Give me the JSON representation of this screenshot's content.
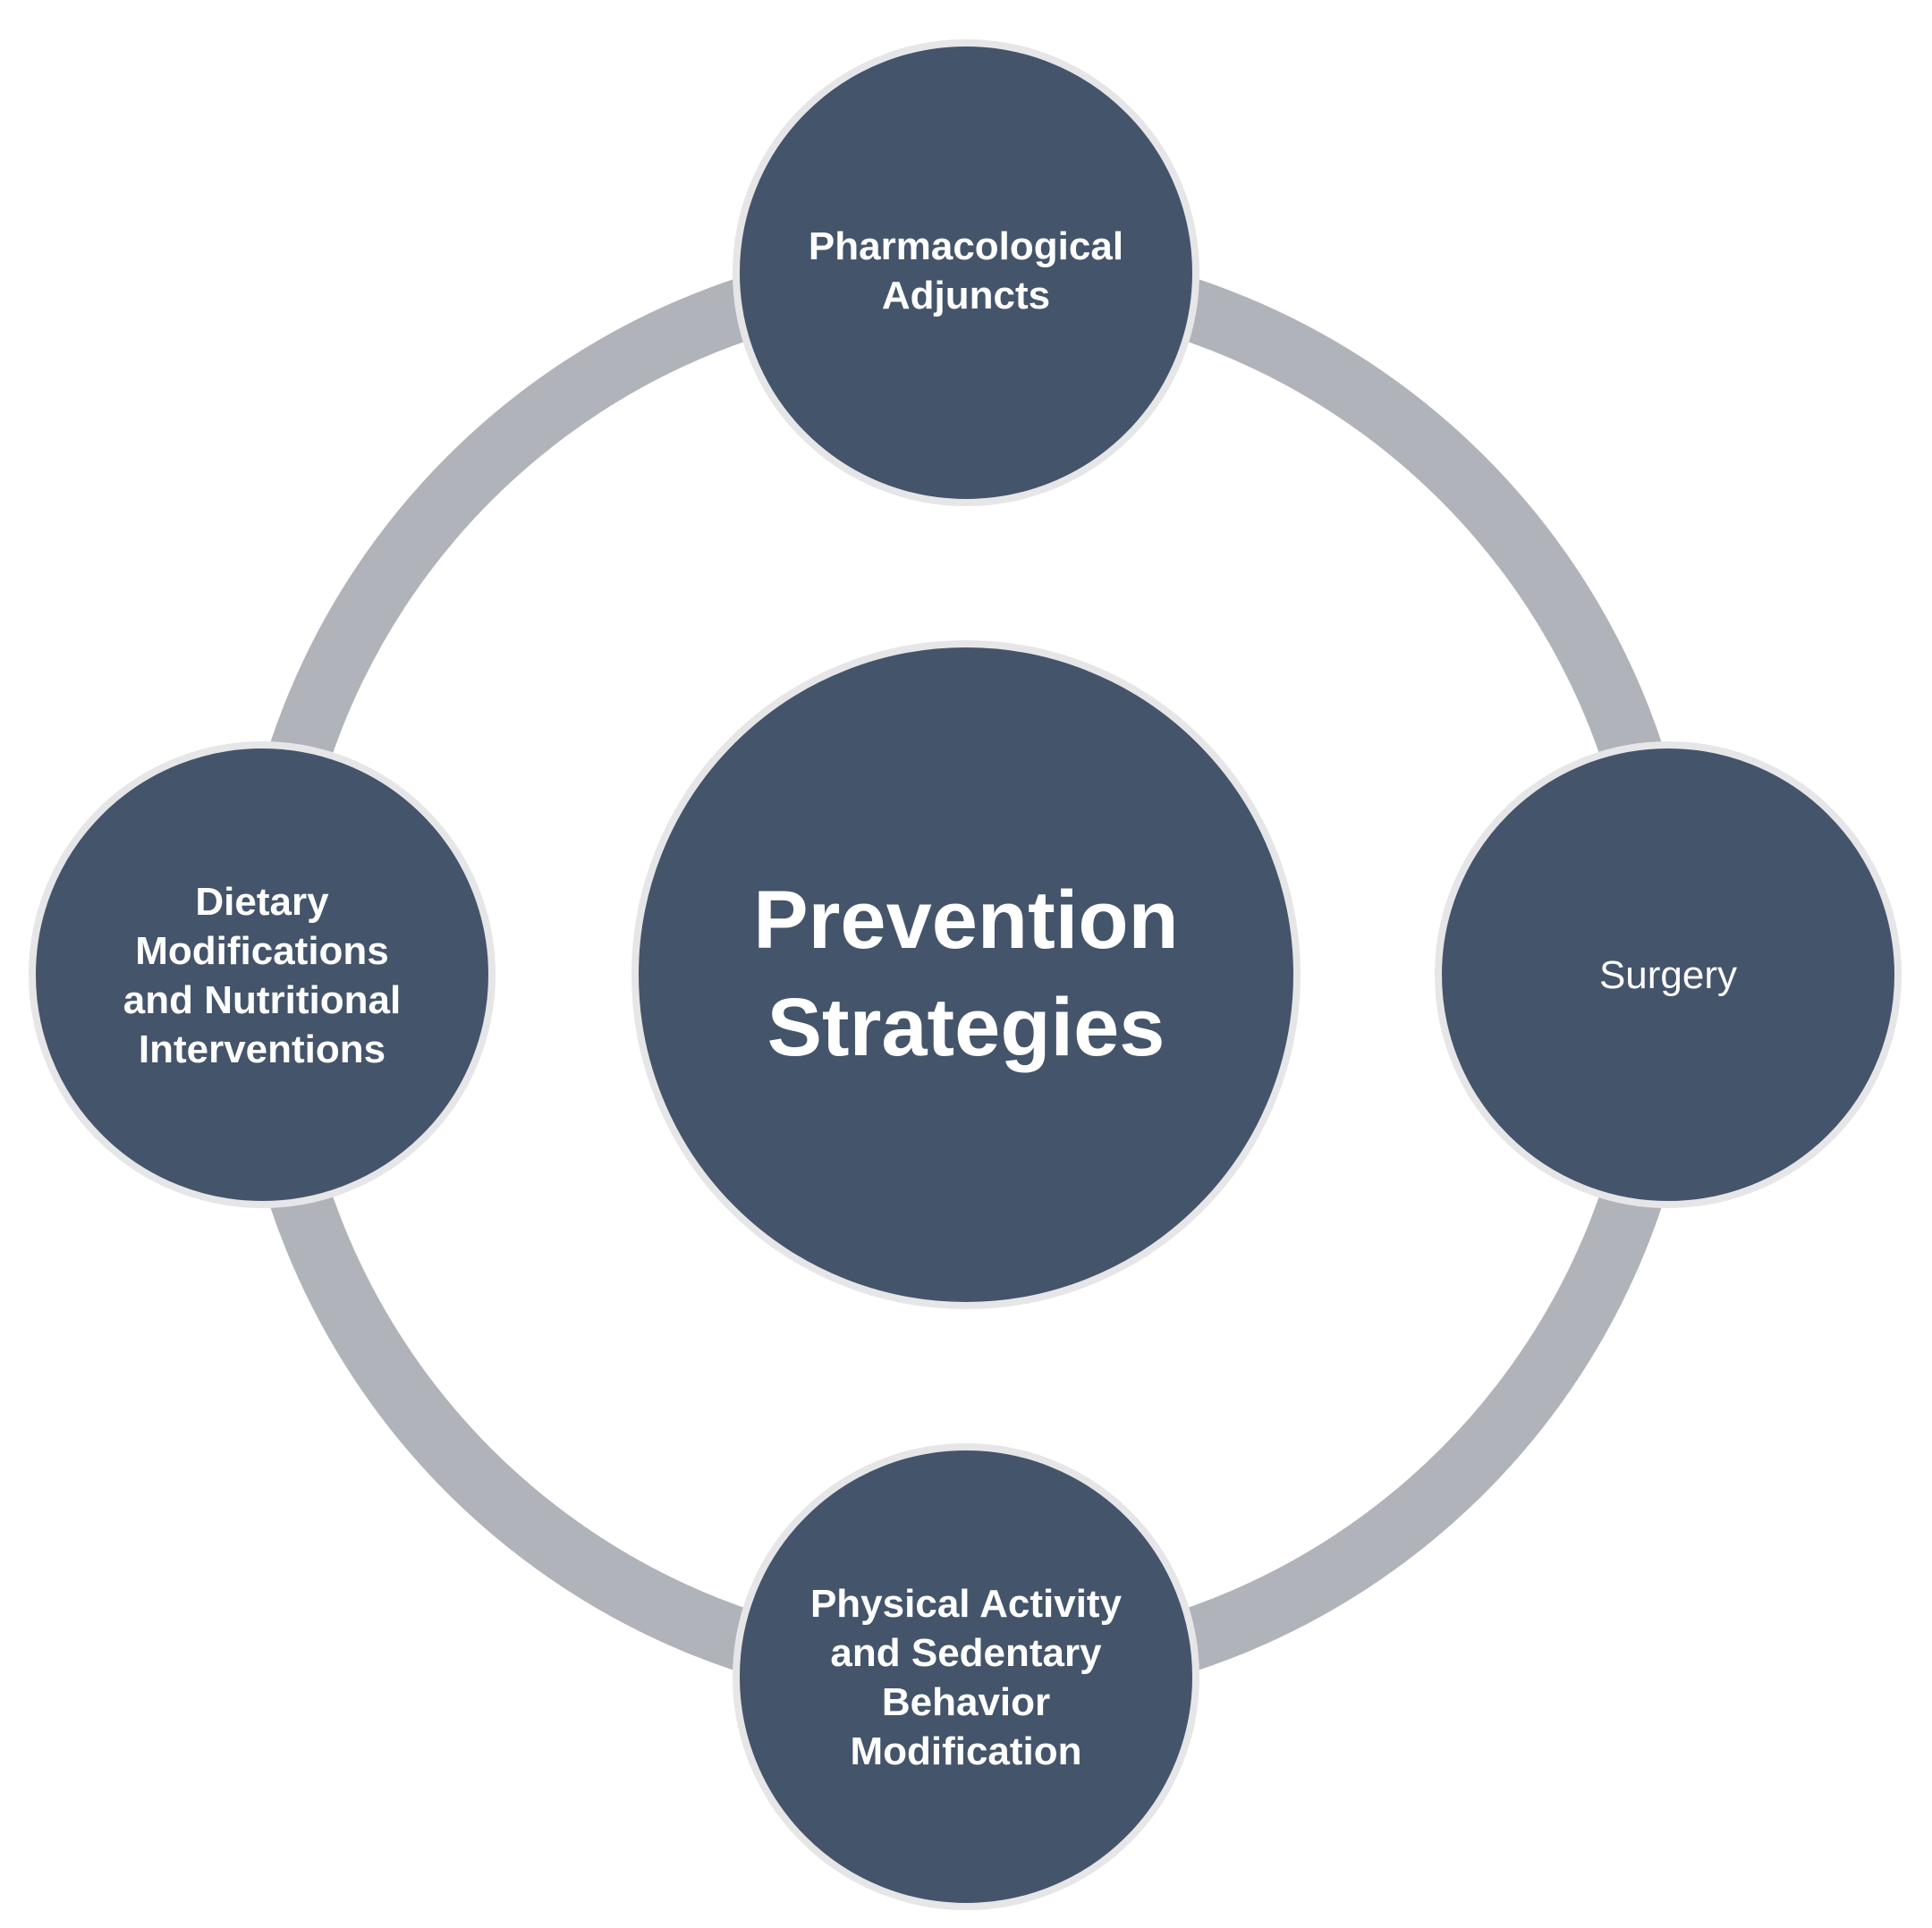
{
  "diagram": {
    "center": {
      "lines": [
        "Prevention",
        "Strategies"
      ]
    },
    "nodes": [
      {
        "id": "top",
        "lines": [
          "Pharmacological",
          "Adjuncts"
        ]
      },
      {
        "id": "right",
        "lines": [
          "Surgery"
        ]
      },
      {
        "id": "bottom",
        "lines": [
          "Physical Activity",
          "and Sedentary",
          "Behavior",
          "Modification"
        ]
      },
      {
        "id": "left",
        "lines": [
          "Dietary",
          "Modifications",
          "and Nutritional",
          "Interventions"
        ]
      }
    ]
  },
  "colors": {
    "node_fill": "#44546a",
    "node_border": "#e6e6e8",
    "ring": "#b0b3b9",
    "text": "#ffffff",
    "background": "#ffffff"
  }
}
